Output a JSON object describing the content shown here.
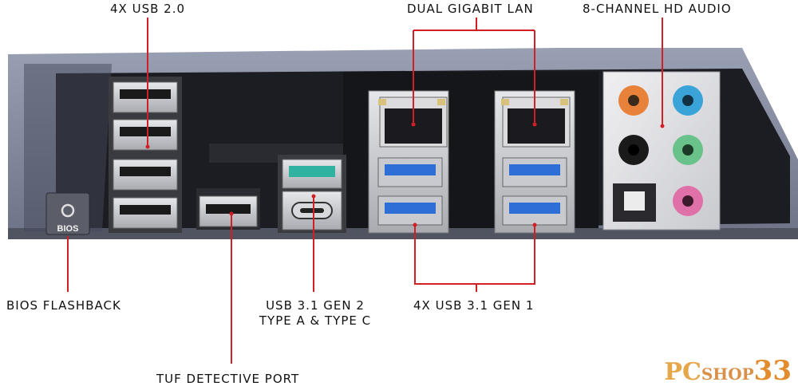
{
  "labels": {
    "usb20": "4X USB 2.0",
    "lan": "DUAL GIGABIT LAN",
    "audio": "8-CHANNEL HD AUDIO",
    "bios": "BIOS FLASHBACK",
    "usb31gen2_line1": "USB 3.1 GEN 2",
    "usb31gen2_line2": "TYPE A & TYPE C",
    "usb31gen1": "4X USB 3.1 GEN 1",
    "tuf": "TUF DETECTIVE PORT"
  },
  "bios_button_text": "BIOS",
  "watermark": {
    "pc": "PC",
    "shop": "SHOP",
    "num": "33"
  },
  "colors": {
    "leader": "#d21f26",
    "usb3_blue": "#2d6fd6",
    "usb31_teal": "#2fb3a0",
    "audio_orange": "#e8823a",
    "audio_blue": "#3aa3d8",
    "audio_black": "#1a1a1a",
    "audio_green": "#69c28a",
    "audio_pink": "#e070a8"
  }
}
